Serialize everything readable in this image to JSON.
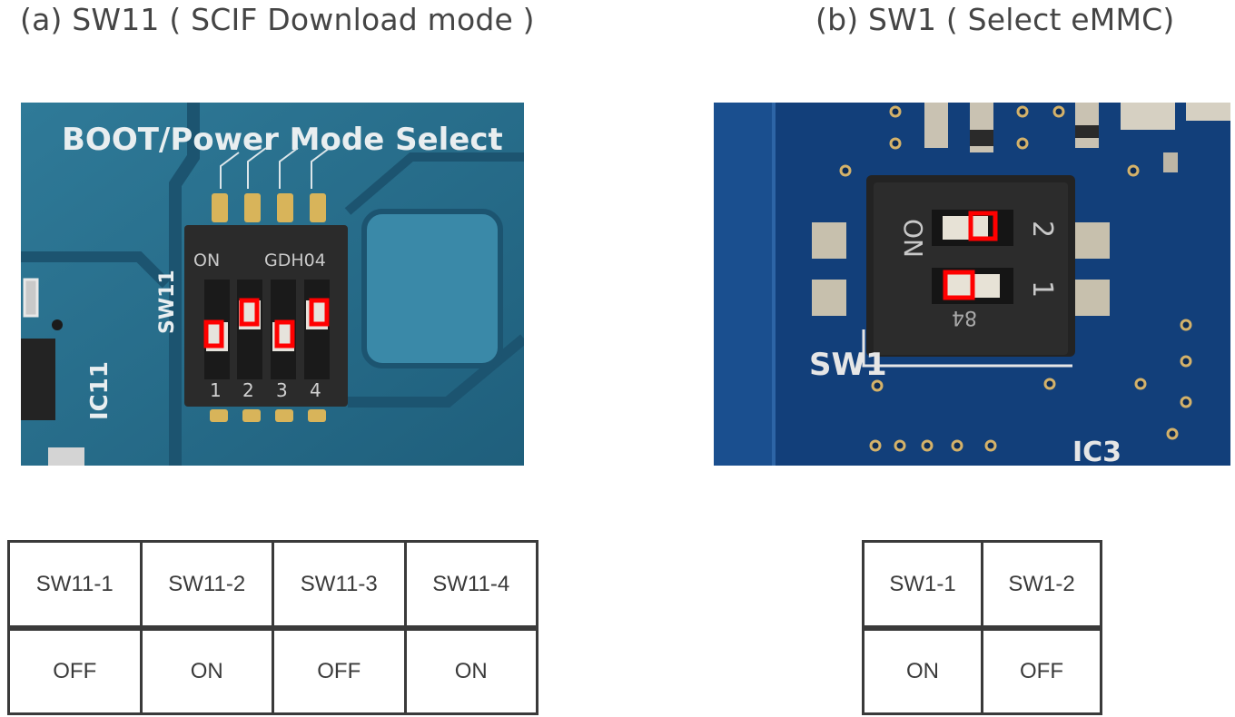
{
  "panel_a": {
    "title": "(a) SW11 ( SCIF Download mode )",
    "photo": {
      "silkscreen_title": "BOOT/Power Mode Select",
      "switch_label": "SW11",
      "on_label": "ON",
      "part_code": "GDH04",
      "chip_label": "IC11",
      "positions": [
        "1",
        "2",
        "3",
        "4"
      ]
    },
    "table": {
      "headers": [
        "SW11-1",
        "SW11-2",
        "SW11-3",
        "SW11-4"
      ],
      "values": [
        "OFF",
        "ON",
        "OFF",
        "ON"
      ]
    }
  },
  "panel_b": {
    "title": "(b) SW1 ( Select eMMC)",
    "photo": {
      "switch_label": "SW1",
      "on_label": "ON",
      "pos_top": "2",
      "pos_bottom": "1",
      "body_code": "84",
      "chip_label": "IC3"
    },
    "table": {
      "headers": [
        "SW1-1",
        "SW1-2"
      ],
      "values": [
        "ON",
        "OFF"
      ]
    }
  },
  "colors": {
    "text": "#3a3a3a",
    "highlight": "#ff0000",
    "pcb_teal": "#2a6e8e",
    "pcb_navy": "#123f7a"
  }
}
